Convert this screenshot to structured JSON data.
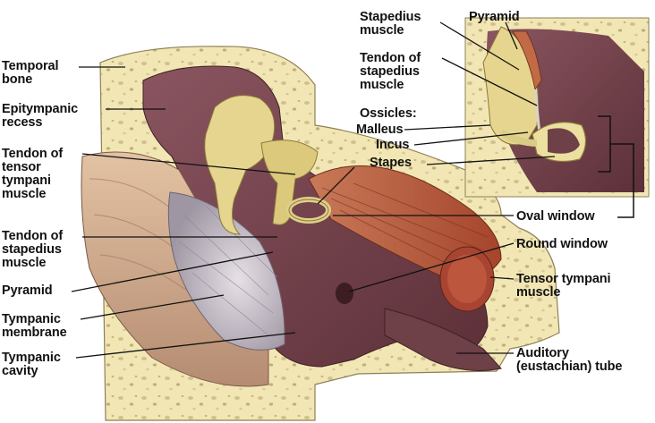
{
  "labels": {
    "temporal_bone": "Temporal\nbone",
    "epitympanic_recess": "Epitympanic\nrecess",
    "tendon_tensor_tympani": "Tendon of\ntensor\ntympani\nmuscle",
    "tendon_stapedius_left": "Tendon of\nstapedius\nmuscle",
    "pyramid_left": "Pyramid",
    "tympanic_membrane": "Tympanic\nmembrane",
    "tympanic_cavity": "Tympanic\ncavity",
    "stapedius_muscle": "Stapedius\nmuscle",
    "pyramid_top": "Pyramid",
    "tendon_stapedius_right": "Tendon of\nstapedius\nmuscle",
    "ossicles": "Ossicles:",
    "malleus": "Malleus",
    "incus": "Incus",
    "stapes": "Stapes",
    "oval_window": "Oval window",
    "round_window": "Round window",
    "tensor_tympani_muscle": "Tensor tympani\nmuscle",
    "auditory_tube": "Auditory\n(eustachian) tube"
  },
  "colors": {
    "bone": "#f2e7b4",
    "bone_speckle": "#c9bc86",
    "cavity_dark": "#6e4048",
    "cavity_mid": "#8a5560",
    "ossicle": "#e6d58e",
    "membrane": "#b7aeb9",
    "muscle": "#b55a3c",
    "muscle_stripe": "#7e2e1d",
    "leader": "#111111"
  }
}
